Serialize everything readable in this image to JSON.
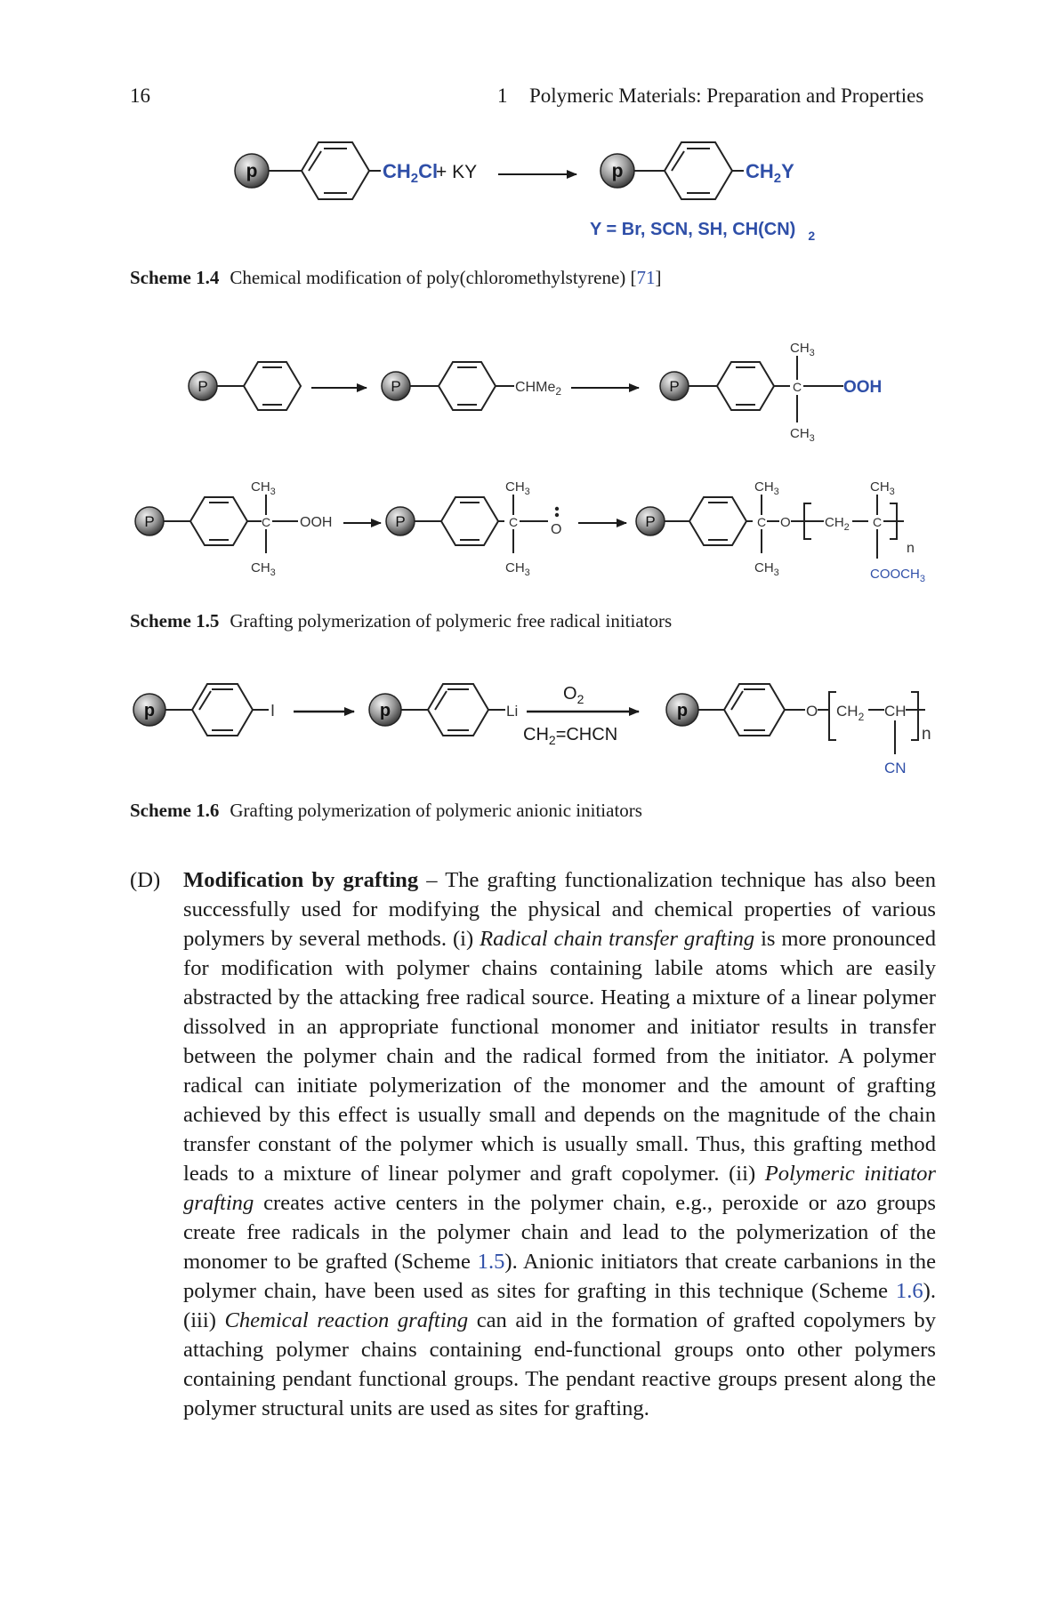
{
  "header": {
    "page_number": "16",
    "chapter_number": "1",
    "chapter_title": "Polymeric Materials: Preparation and Properties"
  },
  "scheme_1_4": {
    "p_label": "p",
    "reagent_left": "CH",
    "reagent_left_sub": "2",
    "reagent_left_tail": "Cl",
    "plus": "+ KY",
    "product": "CH",
    "product_sub": "2",
    "product_tail": "Y",
    "y_def": "Y = Br, SCN, SH, CH(CN)",
    "y_def_sub": "2",
    "caption_label": "Scheme 1.4",
    "caption_text": "Chemical modification of poly(chloromethylstyrene) [",
    "caption_ref": "71",
    "caption_end": "]"
  },
  "scheme_1_5": {
    "p_label": "P",
    "chme2": "CHMe",
    "chme2_sub": "2",
    "ch3": "CH",
    "ch3_sub": "3",
    "c": "C",
    "ooh": "OOH",
    "o_radical": "O",
    "ch2": "CH",
    "ch2_sub": "2",
    "n": "n",
    "cooch3": "COOCH",
    "cooch3_sub": "3",
    "o": "O",
    "caption_label": "Scheme 1.5",
    "caption_text": "Grafting polymerization of polymeric free radical initiators"
  },
  "scheme_1_6": {
    "p_label": "p",
    "iodo": "I",
    "li": "Li",
    "reagent_top": "O",
    "reagent_top_sub": "2",
    "reagent_bottom_a": "CH",
    "reagent_bottom_sub": "2",
    "reagent_bottom_b": "=CHCN",
    "o": "O",
    "ch2": "CH",
    "ch2_sub": "2",
    "ch": "CH",
    "n": "n",
    "cn": "CN",
    "caption_label": "Scheme 1.6",
    "caption_text": "Grafting polymerization of polymeric anionic initiators"
  },
  "body": {
    "item_label": "(D)",
    "heading": "Modification by grafting",
    "t1": " – The grafting functionalization technique has also been successfully used for modifying the physical and chemical properties of various polymers by several methods. (i) ",
    "i1": "Radical chain transfer grafting",
    "t2": " is more pronounced for modification with polymer chains containing labile atoms which are easily abstracted by the attacking free radical source. Heating a mixture of a linear polymer dissolved in an appropriate functional monomer and initiator results in transfer between the polymer chain and the radical formed from the initiator. A polymer radical can initiate polymerization of the monomer and the amount of grafting achieved by this effect is usually small and depends on the magnitude of the chain transfer constant of the polymer which is usually small. Thus, this grafting method leads to a mixture of linear polymer and graft copolymer. (ii) ",
    "i2": "Polymeric initiator grafting",
    "t3": " creates active centers in the polymer chain, e.g., peroxide or azo groups create free radicals in the polymer chain and lead to the polymerization of the monomer to be grafted (Scheme ",
    "ref1": "1.5",
    "t4": "). Anionic initiators that create carbanions in the polymer chain, have been used as sites for grafting in this technique (Scheme ",
    "ref2": "1.6",
    "t5": "). (iii) ",
    "i3": "Chemical reaction grafting",
    "t6": " can aid in the formation of grafted copolymers by attaching polymer chains containing end-functional groups onto other polymers containing pendant functional groups. The pendant reactive groups present along the polymer structural units are used as sites for grafting."
  },
  "colors": {
    "text": "#1a1a1a",
    "link": "#2f4fa8",
    "bead_dark": "#3a3a3a",
    "bead_light": "#e6e6e6"
  }
}
